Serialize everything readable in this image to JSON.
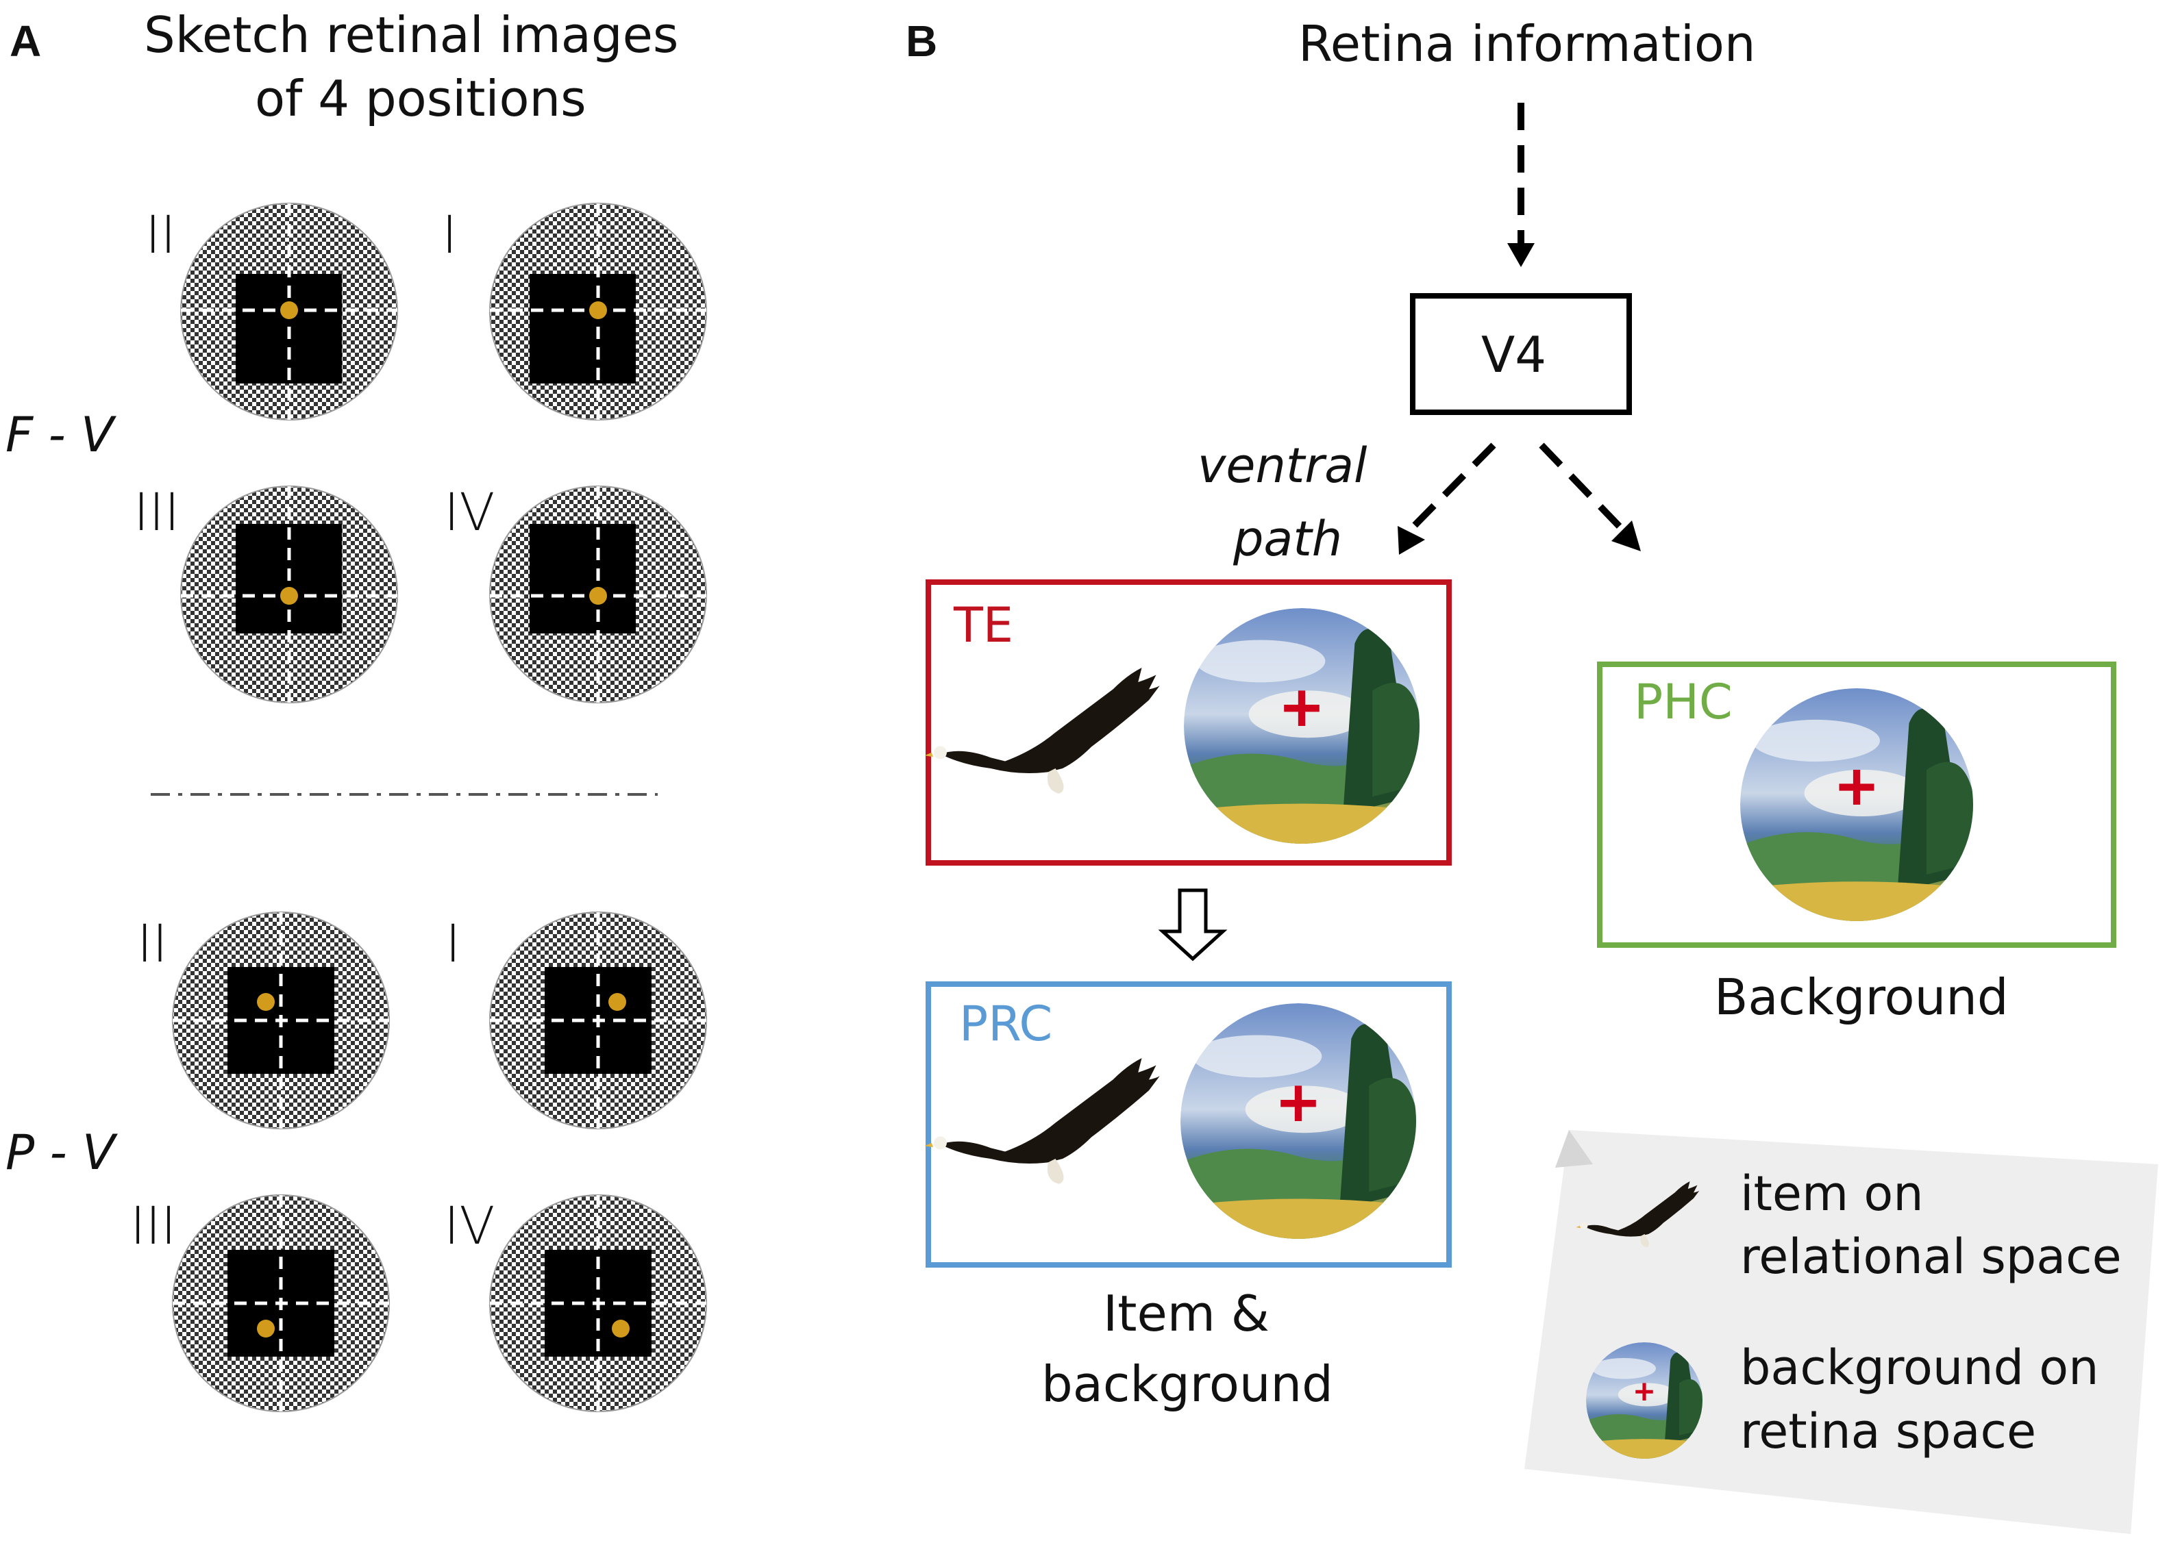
{
  "panel_a": {
    "letter": "A",
    "title_line1": "Sketch retinal images",
    "title_line2": "of 4 positions",
    "group_fv_label": "F - V",
    "group_pv_label": "P - V",
    "quadrants": [
      "II",
      "I",
      "III",
      "IV"
    ]
  },
  "panel_b": {
    "letter": "B",
    "top_label": "Retina information",
    "v4_label": "V4",
    "ventral_line1": "ventral",
    "ventral_line2": "path",
    "te_label": "TE",
    "prc_label": "PRC",
    "phc_label": "PHC",
    "prc_caption_line1": "Item &",
    "prc_caption_line2": "background",
    "phc_caption": "Background",
    "legend": {
      "item_line1": "item on",
      "item_line2": "relational space",
      "bg_line1": "background on",
      "bg_line2": "retina space"
    }
  },
  "colors": {
    "te": "#c1121f",
    "prc": "#5b9bd5",
    "phc": "#70ad47",
    "dot": "#d39b1c",
    "cross": "#d0021b",
    "legend_bg": "#eeeeee"
  }
}
